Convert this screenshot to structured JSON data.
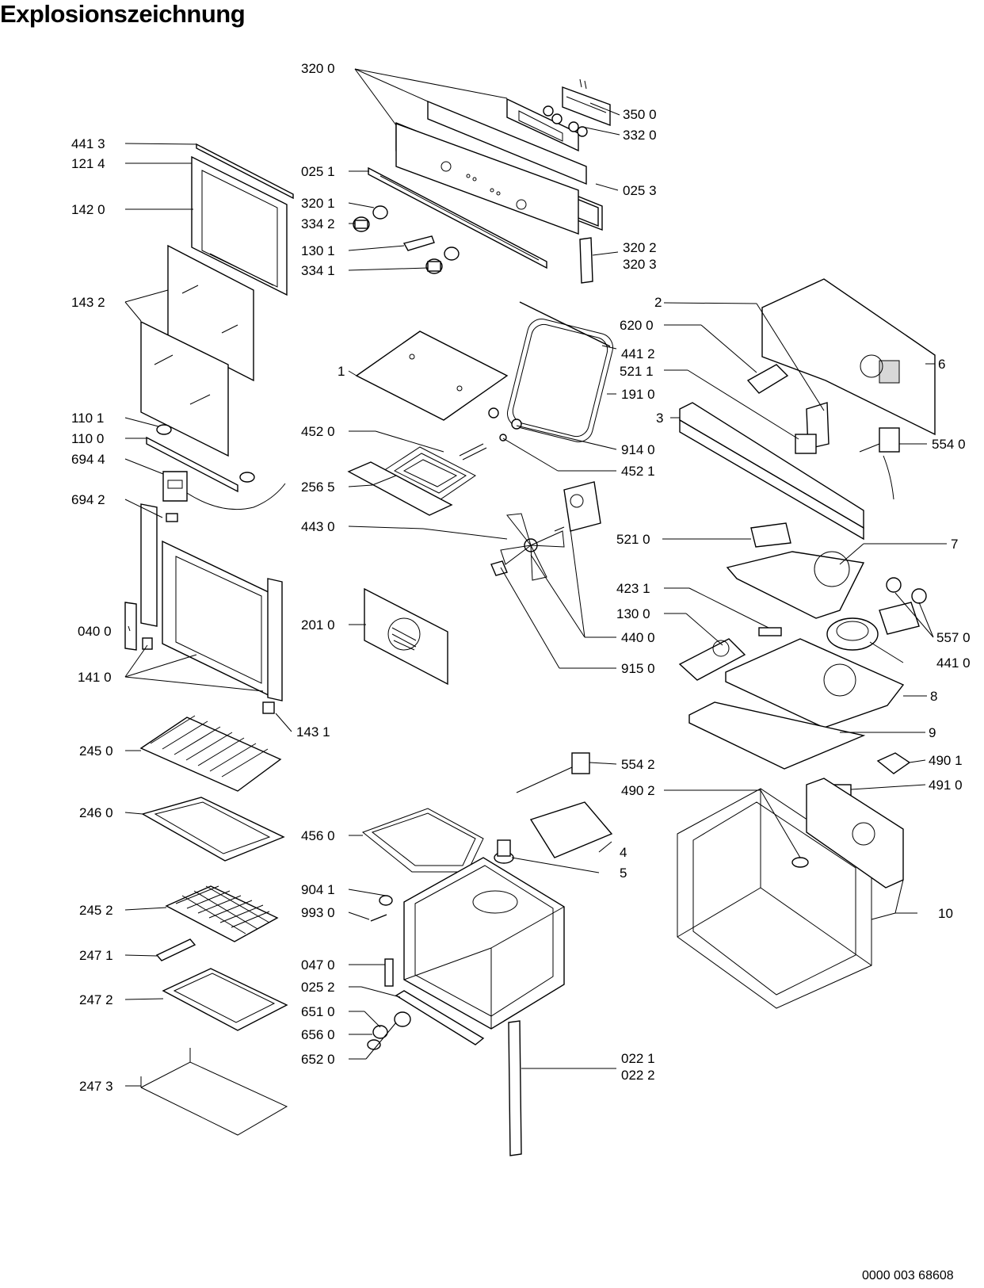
{
  "title": "Explosionszeichnung",
  "document_number": "0000 003 68608",
  "labels": [
    "320 0",
    "350 0",
    "332 0",
    "441 3",
    "121 4",
    "025 1",
    "025 3",
    "142 0",
    "320 1",
    "334 2",
    "130 1",
    "320 2",
    "320 3",
    "334 1",
    "143 2",
    "2",
    "620 0",
    "441 2",
    "6",
    "1",
    "521 1",
    "191 0",
    "110 1",
    "3",
    "452 0",
    "914 0",
    "554 0",
    "110 0",
    "452 1",
    "694 4",
    "256 5",
    "694 2",
    "443 0",
    "521 0",
    "7",
    "423 1",
    "130 0",
    "201 0",
    "040 0",
    "440 0",
    "557 0",
    "441 0",
    "141 0",
    "915 0",
    "8",
    "143 1",
    "9",
    "245 0",
    "554 2",
    "490 1",
    "490 2",
    "491 0",
    "246 0",
    "456 0",
    "4",
    "5",
    "904 1",
    "10",
    "245 2",
    "993 0",
    "247 1",
    "047 0",
    "025 2",
    "247 2",
    "651 0",
    "656 0",
    "652 0",
    "022 1",
    "022 2",
    "247 3"
  ]
}
